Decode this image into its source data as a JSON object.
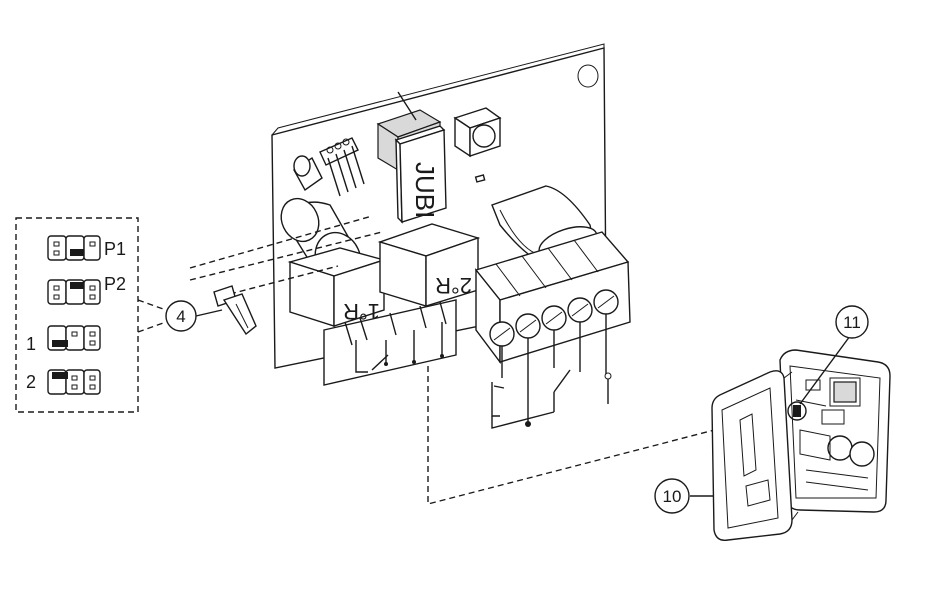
{
  "diagram": {
    "board_brand": "JUBI",
    "relay_1": "1°R",
    "relay_2": "2°R",
    "jumper_labels": [
      "P1",
      "P2",
      "1",
      "2"
    ],
    "callouts": [
      "4",
      "10",
      "11"
    ]
  }
}
